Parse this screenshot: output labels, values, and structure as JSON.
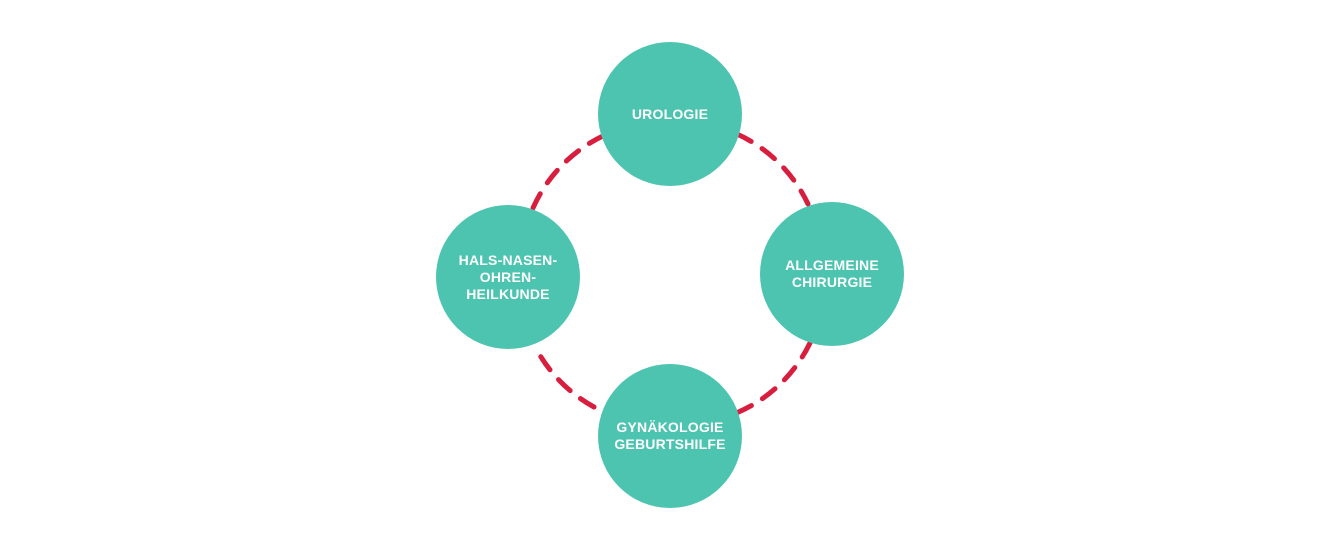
{
  "colors": {
    "node_fill": "#4cc4b0",
    "connector": "#d81e3e",
    "label_text": "#ffffff",
    "background": "#ffffff"
  },
  "diagram": {
    "nodes": [
      {
        "id": "urologie",
        "label": "UROLOGIE"
      },
      {
        "id": "allgemeine-chirurgie",
        "label": "ALLGEMEINE\nCHIRURGIE"
      },
      {
        "id": "gynaekologie-geburtshilfe",
        "label": "GYNÄKOLOGIE\nGEBURTSHILFE"
      },
      {
        "id": "hals-nasen-ohren-heilkunde",
        "label": "HALS-NASEN-\nOHREN-\nHEILKUNDE"
      }
    ],
    "connections": [
      {
        "from": "urologie",
        "to": "allgemeine-chirurgie",
        "style": "dashed"
      },
      {
        "from": "allgemeine-chirurgie",
        "to": "gynaekologie-geburtshilfe",
        "style": "dashed"
      },
      {
        "from": "gynaekologie-geburtshilfe",
        "to": "hals-nasen-ohren-heilkunde",
        "style": "dashed"
      },
      {
        "from": "hals-nasen-ohren-heilkunde",
        "to": "urologie",
        "style": "dashed"
      }
    ]
  }
}
